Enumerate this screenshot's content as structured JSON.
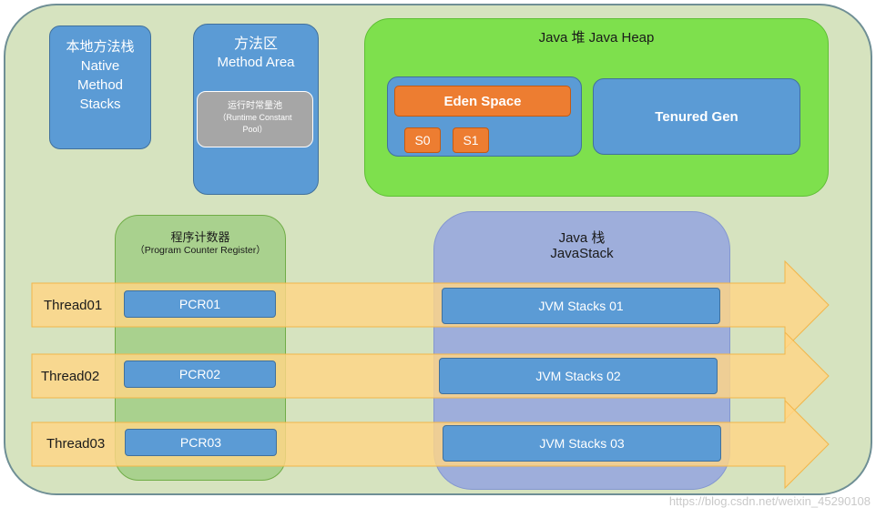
{
  "native_stacks": {
    "cn": "本地方法栈",
    "l1": "Native",
    "l2": "Method",
    "l3": "Stacks"
  },
  "method_area": {
    "cn": "方法区",
    "en": "Method Area"
  },
  "runtime_pool": {
    "cn": "运行时常量池",
    "l1": "（Runtime Constant",
    "l2": "Pool）"
  },
  "heap": {
    "title": "Java 堆  Java Heap",
    "eden": "Eden Space",
    "s0": "S0",
    "s1": "S1",
    "tenured": "Tenured Gen"
  },
  "pc_register": {
    "cn": "程序计数器",
    "en": "（Program Counter Register）"
  },
  "java_stack": {
    "cn": "Java 栈",
    "en": "JavaStack"
  },
  "threads": [
    {
      "label": "Thread01",
      "pcr": "PCR01",
      "jvm": "JVM Stacks 01"
    },
    {
      "label": "Thread02",
      "pcr": "PCR02",
      "jvm": "JVM Stacks 02"
    },
    {
      "label": "Thread03",
      "pcr": "PCR03",
      "jvm": "JVM Stacks 03"
    }
  ],
  "watermark": "https://blog.csdn.net/weixin_45290108",
  "colors": {
    "blue": "#5b9bd5",
    "orange": "#ed7d31",
    "green": "#7ee04d",
    "arrow": "#ffd685",
    "background": "#d6e3bf"
  }
}
